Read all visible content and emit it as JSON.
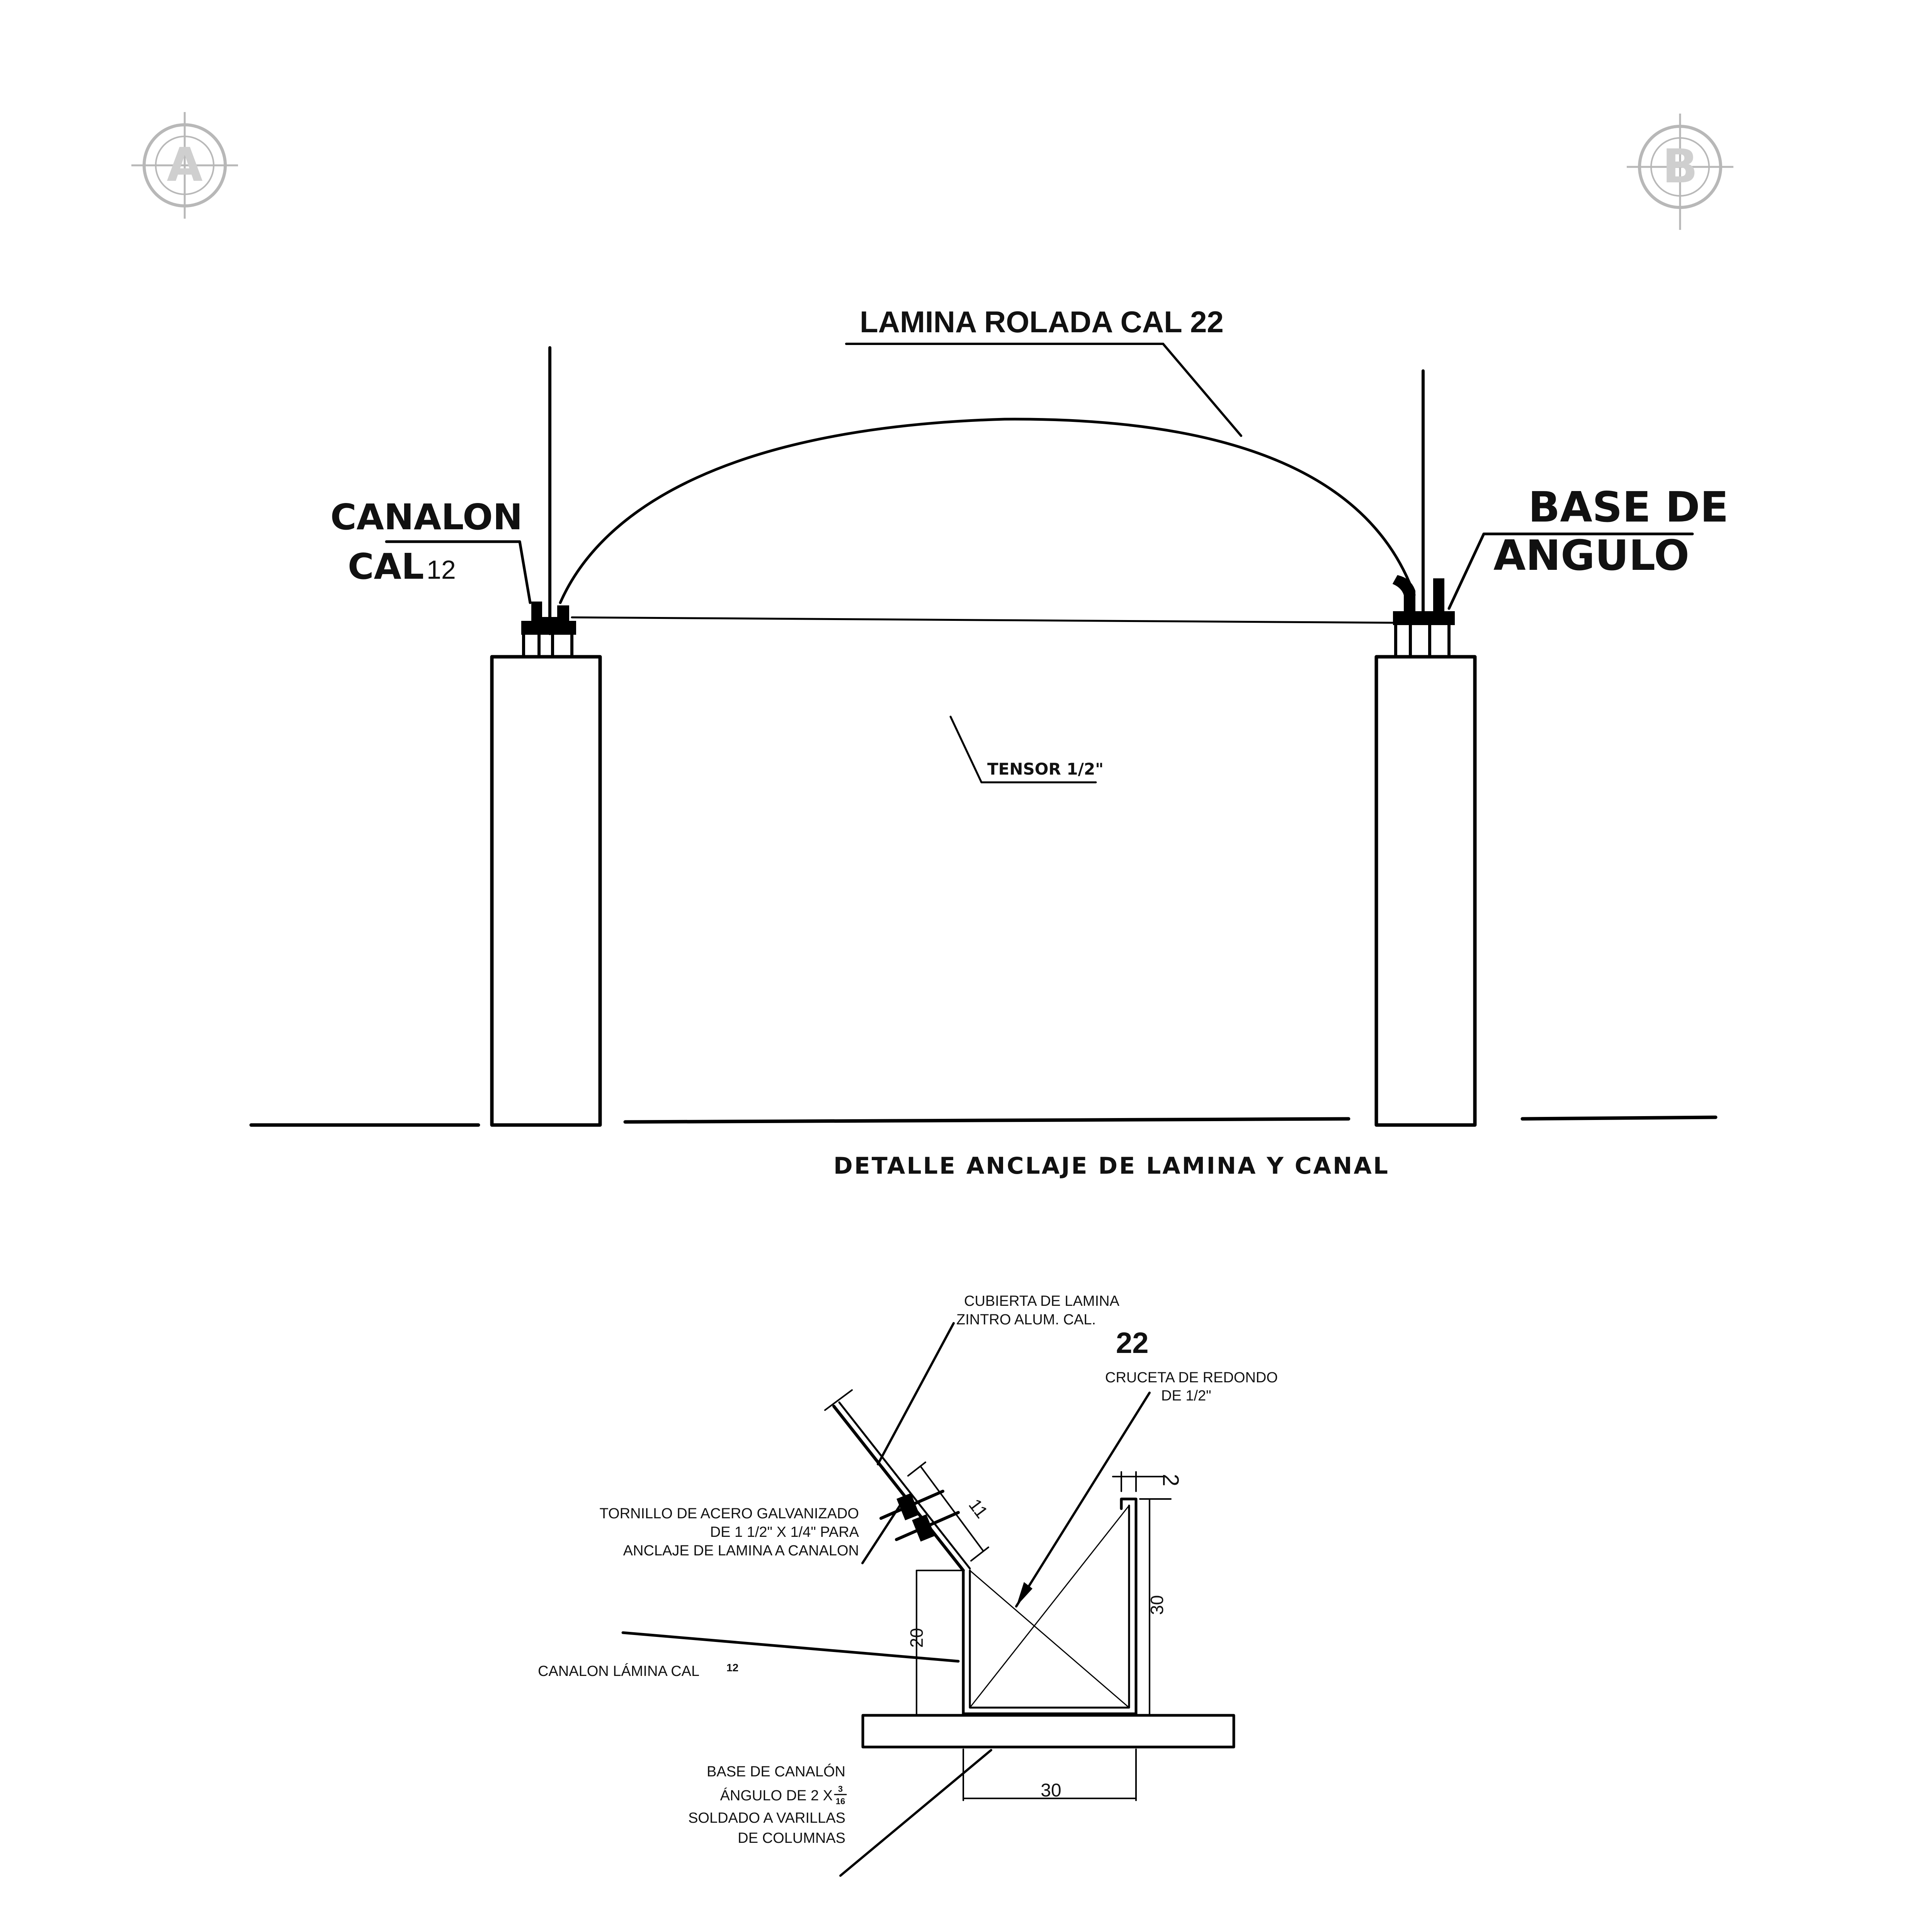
{
  "grid_markers": {
    "left": "A",
    "right": "B"
  },
  "elevation": {
    "roof_label": "LAMINA ROLADA CAL 22",
    "gutter_label": {
      "line1": "CANALON",
      "line2": "CAL",
      "gauge": "12"
    },
    "angle_label": {
      "line1": "BASE DE",
      "line2": "ANGULO"
    },
    "tensor_label": "TENSOR 1/2\"",
    "title": "DETALLE ANCLAJE DE LAMINA Y CANAL"
  },
  "detail": {
    "cover": {
      "line1": "CUBIERTA DE LAMINA",
      "line2": "ZINTRO ALUM. CAL.",
      "gauge": "22"
    },
    "cross": {
      "line1": "CRUCETA DE REDONDO",
      "line2": "DE 1/2\""
    },
    "bolt": {
      "line1": "TORNILLO DE ACERO GALVANIZADO",
      "line2": "DE 1 1/2\" X 1/4\" PARA",
      "line3": "ANCLAJE DE LAMINA A CANALON"
    },
    "gutter": {
      "text": "CANALON LÁMINA CAL",
      "gauge": "12"
    },
    "base": {
      "line1": "BASE DE CANALÓN",
      "line2": "ÁNGULO DE 2 X",
      "frac_num": "3",
      "frac_den": "16",
      "line3": "SOLDADO A VARILLAS",
      "line4": "DE COLUMNAS"
    },
    "dims": {
      "slope": "11",
      "left_height": "20",
      "right_height": "30",
      "width": "30",
      "lip": "2"
    }
  }
}
